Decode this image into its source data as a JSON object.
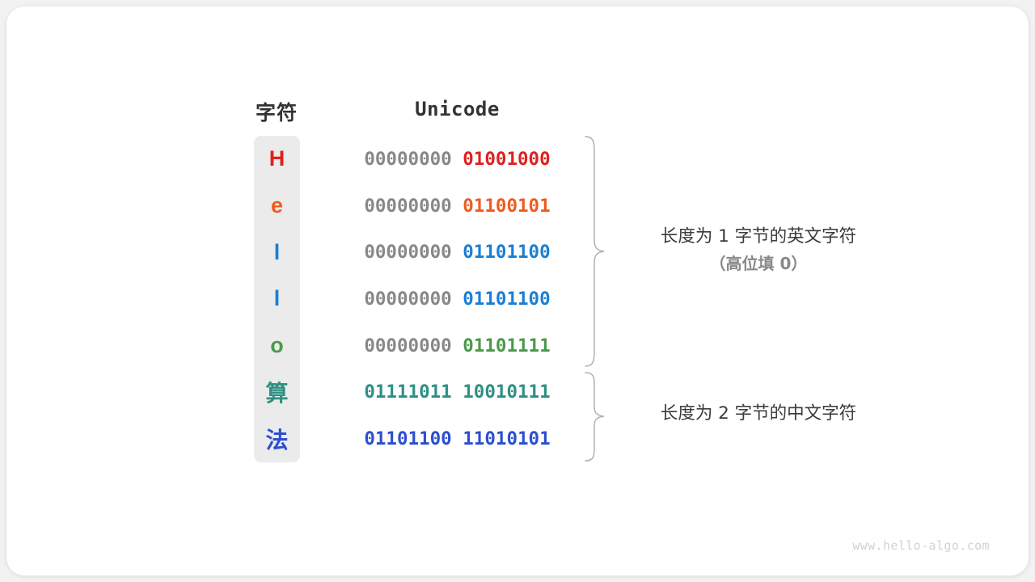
{
  "card": {
    "background": "#ffffff",
    "page_background": "#f2f2f2"
  },
  "headers": {
    "character": "字符",
    "unicode": "Unicode"
  },
  "palette": {
    "red": "#e02020",
    "orange": "#ef5b21",
    "blue": "#1a7fd4",
    "green": "#4a9a4a",
    "teal": "#2e9083",
    "indigo": "#2c4fd0",
    "gray_high_bits": "#888888",
    "cell_background": "#ebebeb",
    "brace": "#b0b0b0",
    "watermark": "#d2d2d2"
  },
  "rows": [
    {
      "char": "H",
      "char_color": "#e02020",
      "is_cjk": false,
      "high_byte": "00000000",
      "low_byte": "01001000",
      "low_byte_color": "#e02020",
      "high_byte_color": "#888888",
      "group": "english"
    },
    {
      "char": "e",
      "char_color": "#ef5b21",
      "is_cjk": false,
      "high_byte": "00000000",
      "low_byte": "01100101",
      "low_byte_color": "#ef5b21",
      "high_byte_color": "#888888",
      "group": "english"
    },
    {
      "char": "l",
      "char_color": "#1a7fd4",
      "is_cjk": false,
      "high_byte": "00000000",
      "low_byte": "01101100",
      "low_byte_color": "#1a7fd4",
      "high_byte_color": "#888888",
      "group": "english"
    },
    {
      "char": "l",
      "char_color": "#1a7fd4",
      "is_cjk": false,
      "high_byte": "00000000",
      "low_byte": "01101100",
      "low_byte_color": "#1a7fd4",
      "high_byte_color": "#888888",
      "group": "english"
    },
    {
      "char": "o",
      "char_color": "#4a9a4a",
      "is_cjk": false,
      "high_byte": "00000000",
      "low_byte": "01101111",
      "low_byte_color": "#4a9a4a",
      "high_byte_color": "#888888",
      "group": "english"
    },
    {
      "char": "算",
      "char_color": "#2e9083",
      "is_cjk": true,
      "high_byte": "01111011",
      "low_byte": "10010111",
      "low_byte_color": "#2e9083",
      "high_byte_color": "#2e9083",
      "group": "chinese"
    },
    {
      "char": "法",
      "char_color": "#2c4fd0",
      "is_cjk": true,
      "high_byte": "01101100",
      "low_byte": "11010101",
      "low_byte_color": "#2c4fd0",
      "high_byte_color": "#2c4fd0",
      "group": "chinese"
    }
  ],
  "annotations": [
    {
      "main": "长度为 1 字节的英文字符",
      "sub": "（高位填 0）"
    },
    {
      "main": "长度为 2 字节的中文字符",
      "sub": ""
    }
  ],
  "watermark": "www.hello-algo.com"
}
